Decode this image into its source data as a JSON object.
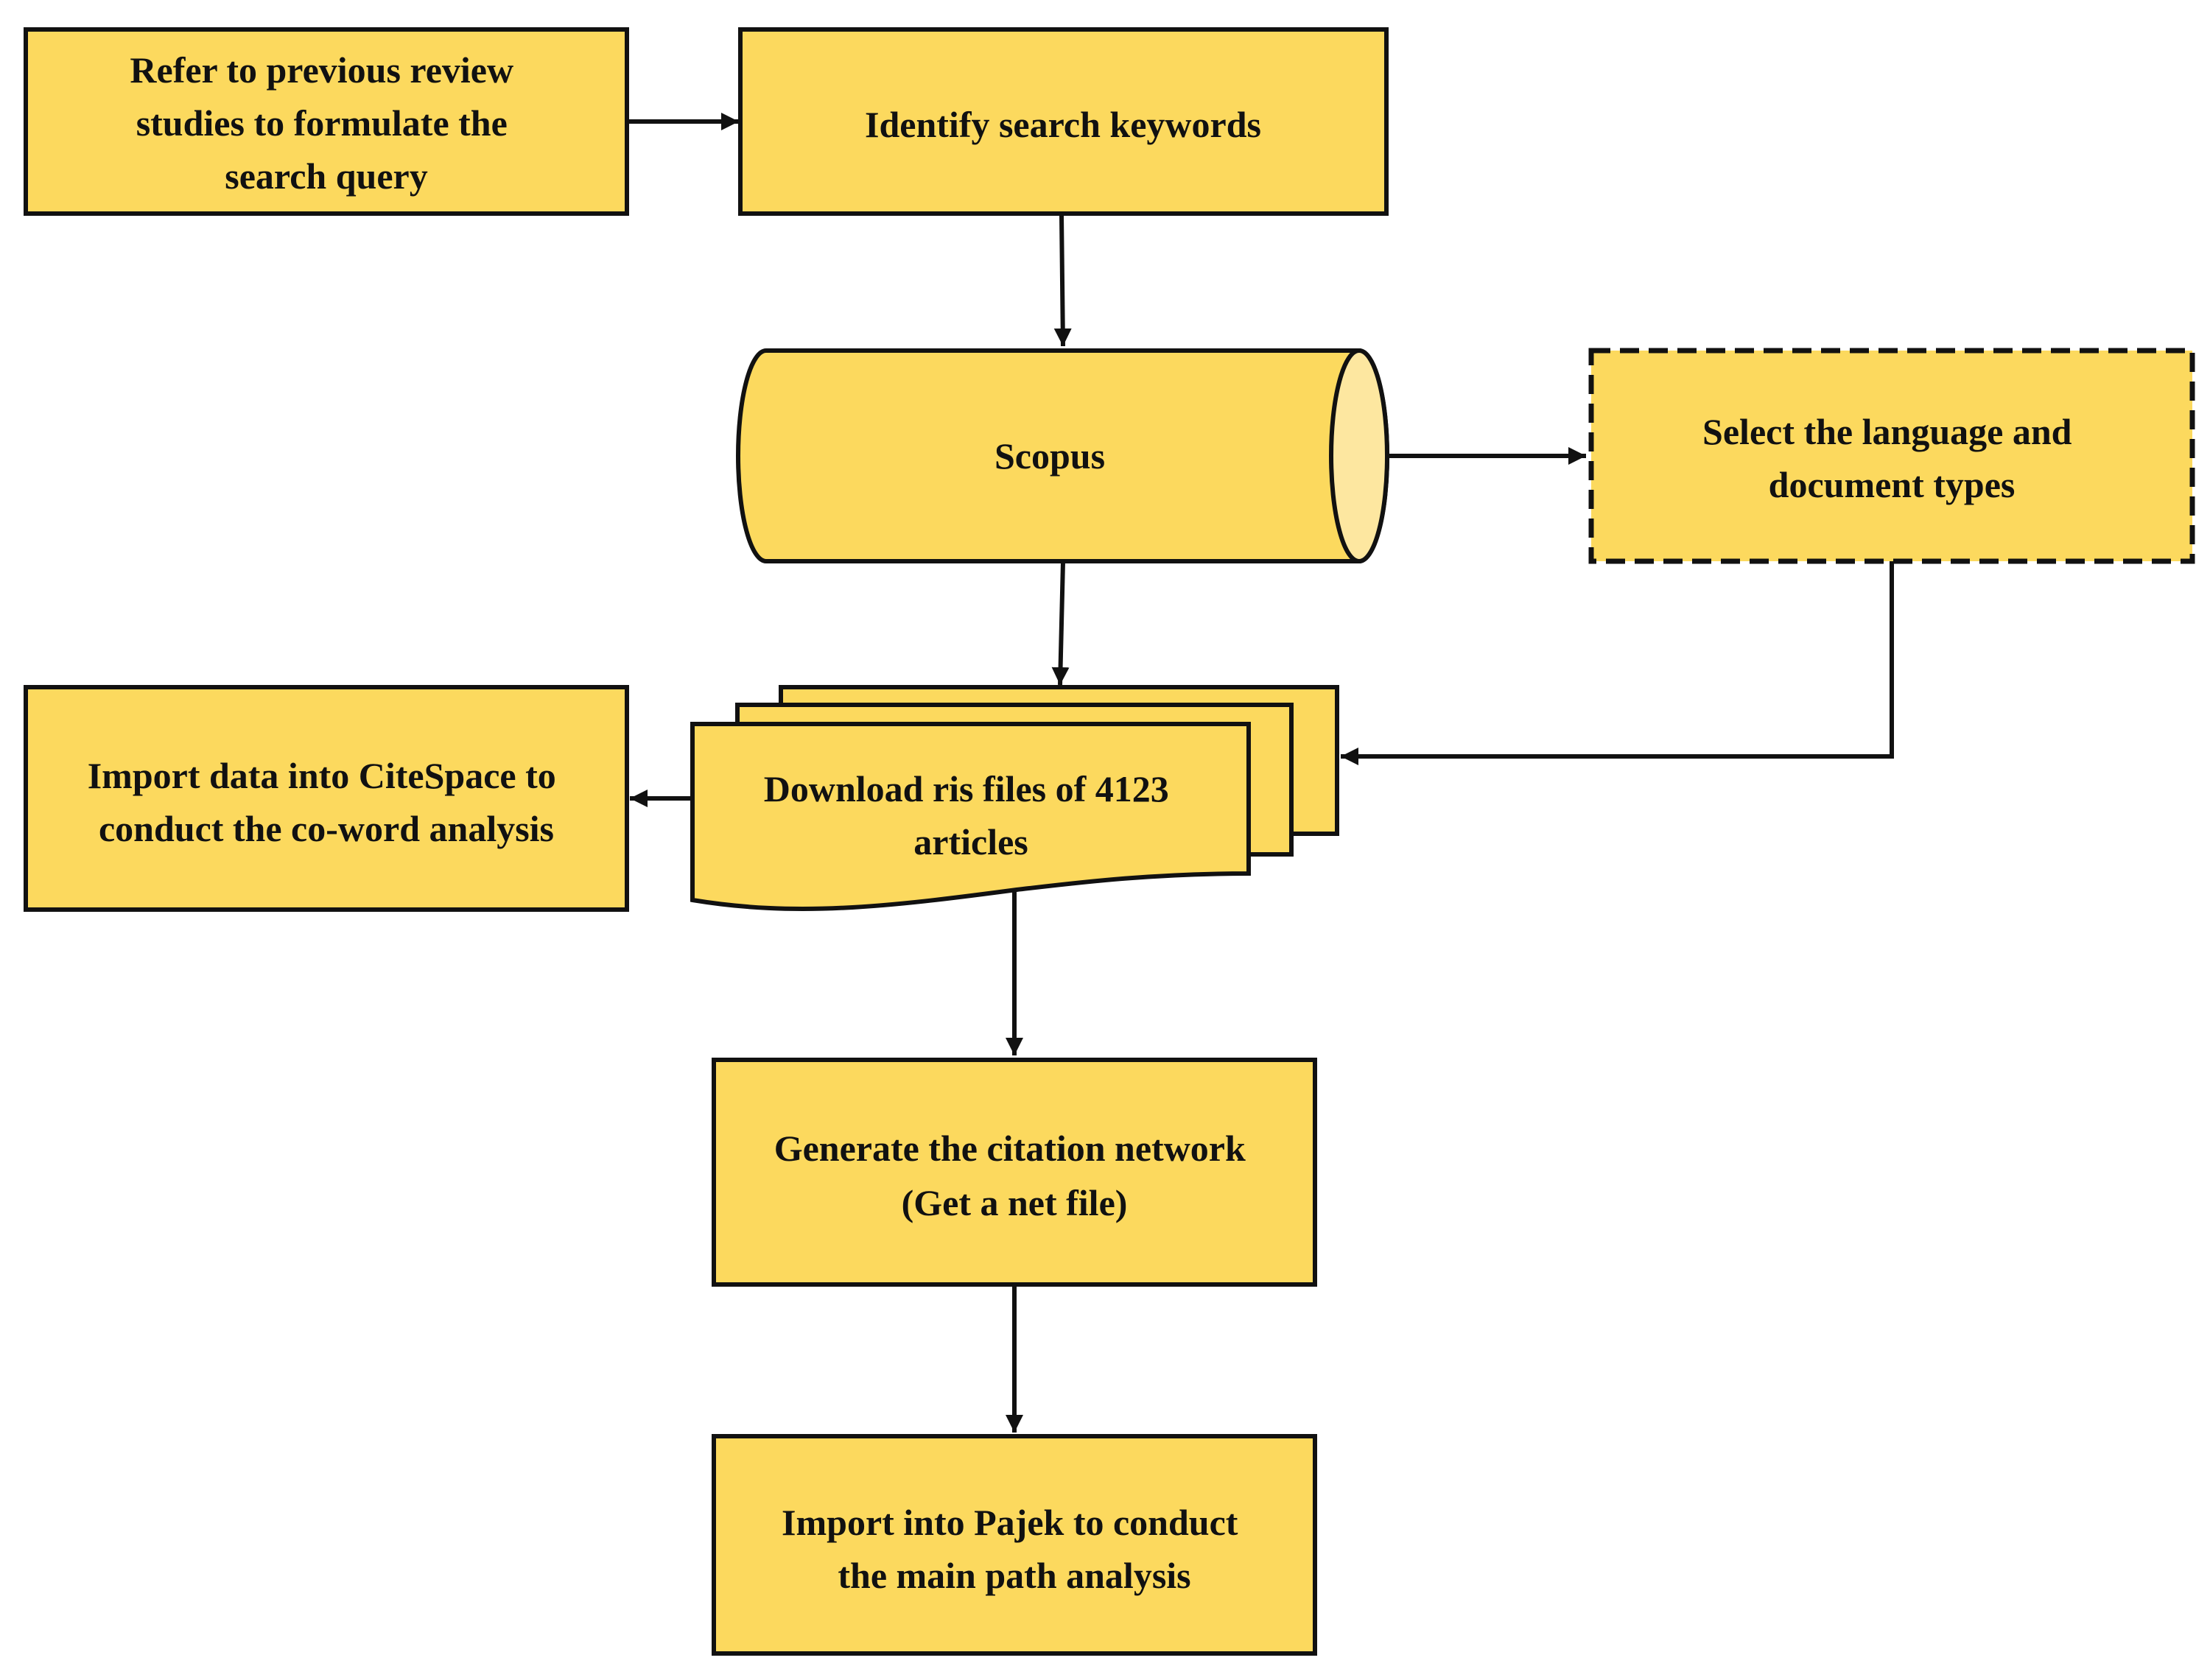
{
  "colors": {
    "fill": "#FCD95E",
    "fill_light": "#FDE7A0",
    "stroke": "#111111",
    "background": "#FFFFFF"
  },
  "nodes": {
    "refer": {
      "lines": [
        "Refer to previous review",
        "studies to formulate the",
        "search query"
      ]
    },
    "identify": {
      "lines": [
        "Identify search keywords"
      ]
    },
    "scopus": {
      "lines": [
        "Scopus"
      ]
    },
    "select": {
      "lines": [
        "Select the language and",
        "document types"
      ]
    },
    "download": {
      "lines": [
        "Download ris files of 4123",
        "articles"
      ]
    },
    "citespace": {
      "lines": [
        "Import data into CiteSpace to",
        "conduct the co-word analysis"
      ]
    },
    "generate": {
      "lines": [
        "Generate the citation network",
        "(Get a net file)"
      ]
    },
    "pajek": {
      "lines": [
        "Import into Pajek to conduct",
        "the main path analysis"
      ]
    }
  }
}
